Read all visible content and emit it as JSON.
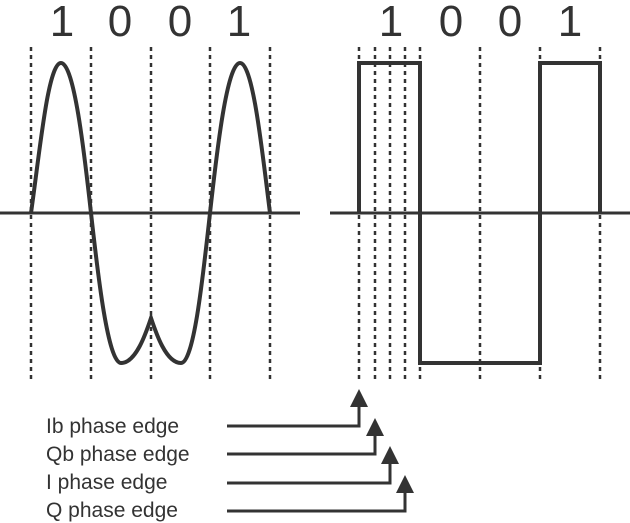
{
  "left_panel": {
    "bits": [
      "1",
      "0",
      "0",
      "1"
    ]
  },
  "right_panel": {
    "bits": [
      "1",
      "0",
      "0",
      "1"
    ]
  },
  "legend": {
    "items": [
      {
        "label": "Ib phase edge"
      },
      {
        "label": "Qb phase edge"
      },
      {
        "label": "I phase edge"
      },
      {
        "label": "Q phase edge"
      }
    ]
  },
  "colors": {
    "ink": "#333333",
    "background": "#ffffff"
  }
}
